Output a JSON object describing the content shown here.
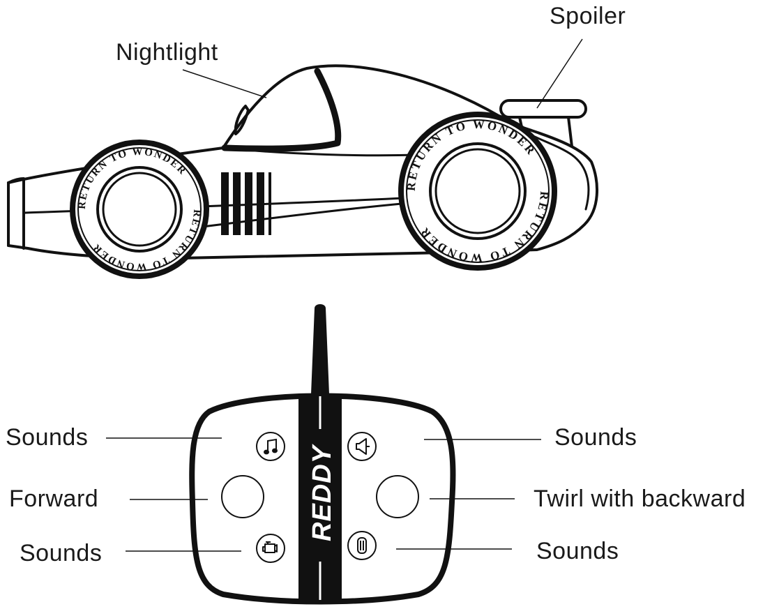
{
  "labels": {
    "nightlight": "Nightlight",
    "spoiler": "Spoiler",
    "sounds_top_left": "Sounds",
    "forward": "Forward",
    "sounds_bottom_left": "Sounds",
    "sounds_top_right": "Sounds",
    "twirl": "Twirl with backward",
    "sounds_bottom_right": "Sounds"
  },
  "tire": {
    "inscription": "RETURN TO WONDER"
  },
  "remote": {
    "brand": "REDDY"
  },
  "icons": {
    "button_top_left": "music-note-icon",
    "button_top_right": "horn-icon",
    "button_bottom_left": "engine-icon",
    "button_bottom_right": "tire-tread-icon"
  },
  "colors": {
    "ink": "#111111",
    "background": "#ffffff"
  }
}
